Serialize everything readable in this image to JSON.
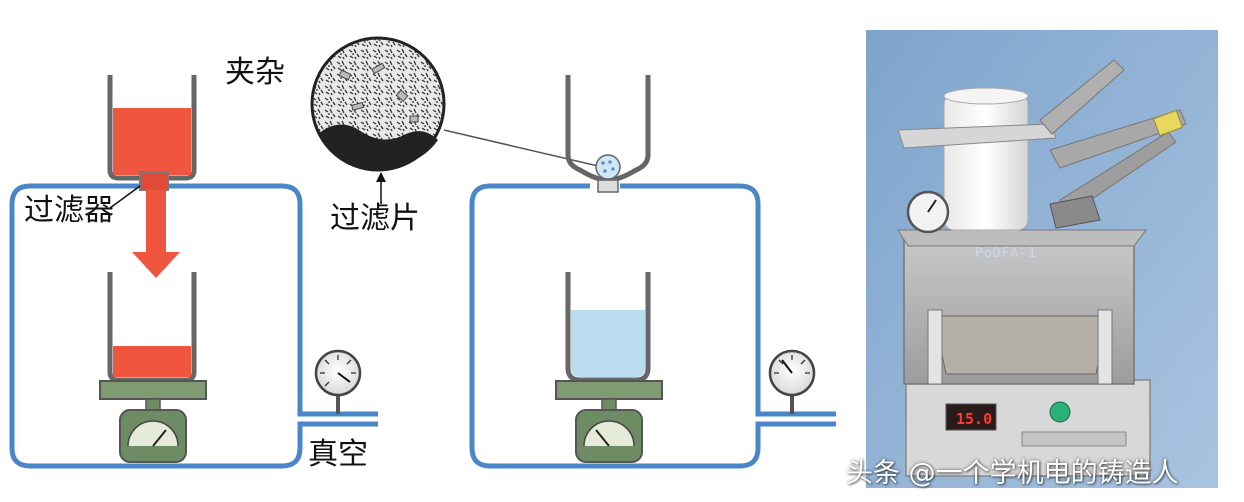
{
  "labels": {
    "inclusion": "夹杂",
    "filter": "过滤器",
    "filter_disc": "过滤片",
    "vacuum": "真空"
  },
  "photo": {
    "panel_text": "PoDFA-1",
    "display_value": "15.0"
  },
  "watermark": "头条 @一个学机电的铸造人",
  "colors": {
    "frame_blue": "#4a86c8",
    "molten_red": "#f0553f",
    "water_blue": "#b9dcef",
    "scale_green": "#6e8c64",
    "photo_bg": "#8eb0d4"
  }
}
